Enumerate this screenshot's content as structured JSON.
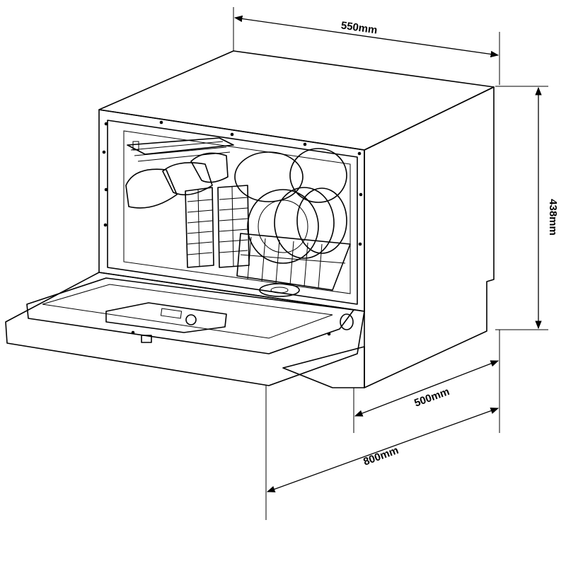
{
  "dimensions": {
    "width_label": "550mm",
    "height_label": "438mm",
    "depth_label": "500mm",
    "depth_open_label": "800mm"
  },
  "colors": {
    "line": "#000000",
    "side_panel": "#c9c9c9",
    "interior": "#f2f2f2",
    "background": "#ffffff"
  }
}
